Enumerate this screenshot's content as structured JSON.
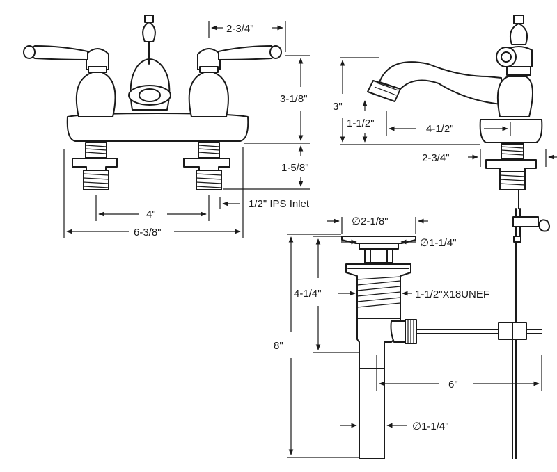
{
  "dimensions": {
    "d_2_3_4_top": "2-3/4\"",
    "d_3_1_8": "3-1/8\"",
    "d_1_5_8": "1-5/8\"",
    "d_ips_inlet": "1/2\" IPS Inlet",
    "d_4": "4\"",
    "d_6_3_8": "6-3/8\"",
    "d_3": "3\"",
    "d_1_1_2": "1-1/2\"",
    "d_4_1_2": "4-1/2\"",
    "d_2_3_4_side": "2-3/4\"",
    "d_dia_2_1_8": "∅2-1/8\"",
    "d_dia_1_1_4_top": "∅1-1/4\"",
    "d_4_1_4": "4-1/4\"",
    "d_thread": "1-1/2\"X18UNEF",
    "d_8": "8\"",
    "d_6": "6\"",
    "d_dia_1_1_4_bottom": "∅1-1/4\""
  }
}
